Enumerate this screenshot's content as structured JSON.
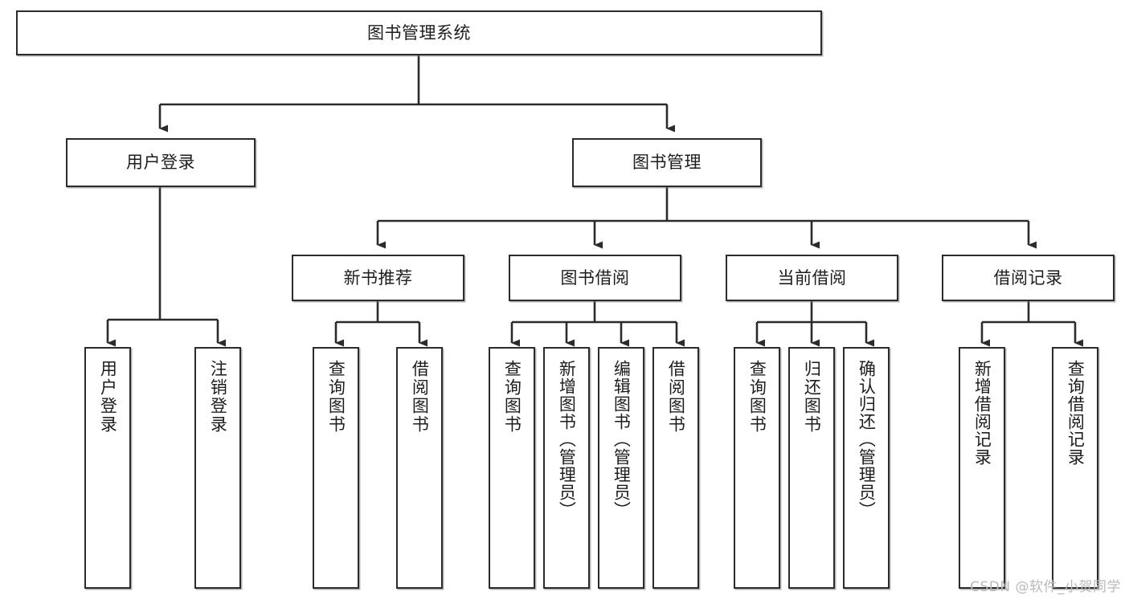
{
  "diagram": {
    "title": "图书管理系统",
    "type": "tree",
    "root": {
      "id": "root",
      "label": "图书管理系统"
    },
    "level2": [
      {
        "id": "user-login",
        "label": "用户登录"
      },
      {
        "id": "book-manage",
        "label": "图书管理"
      }
    ],
    "level3": [
      {
        "id": "new-book-rec",
        "label": "新书推荐"
      },
      {
        "id": "book-borrow",
        "label": "图书借阅"
      },
      {
        "id": "current-borrow",
        "label": "当前借阅"
      },
      {
        "id": "borrow-record",
        "label": "借阅记录"
      }
    ],
    "leaves": {
      "user-login": [
        {
          "id": "leaf-user-login",
          "label": "用户登录"
        },
        {
          "id": "leaf-user-logout",
          "label": "注销登录"
        }
      ],
      "new-book-rec": [
        {
          "id": "leaf-query-book-1",
          "label": "查询图书"
        },
        {
          "id": "leaf-borrow-book-1",
          "label": "借阅图书"
        }
      ],
      "book-borrow": [
        {
          "id": "leaf-query-book-2",
          "label": "查询图书"
        },
        {
          "id": "leaf-add-book",
          "label": "新增图书（管理员）"
        },
        {
          "id": "leaf-edit-book",
          "label": "编辑图书（管理员）"
        },
        {
          "id": "leaf-borrow-book-2",
          "label": "借阅图书"
        }
      ],
      "current-borrow": [
        {
          "id": "leaf-query-book-3",
          "label": "查询图书"
        },
        {
          "id": "leaf-return-book",
          "label": "归还图书"
        },
        {
          "id": "leaf-confirm-return",
          "label": "确认归还（管理员）"
        }
      ],
      "borrow-record": [
        {
          "id": "leaf-add-record",
          "label": "新增借阅记录"
        },
        {
          "id": "leaf-query-record",
          "label": "查询借阅记录"
        }
      ]
    }
  },
  "watermark": {
    "text": "CSDN @软件_小贺同学"
  },
  "colors": {
    "stroke": "#2b2b2b",
    "fill": "#ffffff",
    "text": "#1d1d1d",
    "watermark": "#b9b9b9"
  }
}
